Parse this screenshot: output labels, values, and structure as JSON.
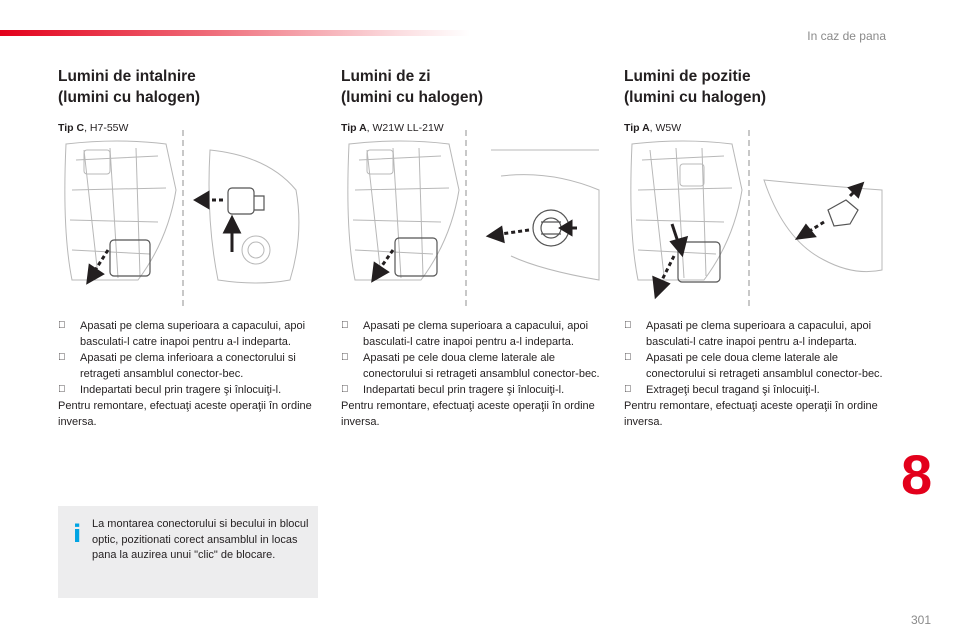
{
  "header": {
    "chapter_title": "In caz de pana"
  },
  "chapter_number": "8",
  "page_number": "301",
  "columns": [
    {
      "heading_line1": "Lumini de intalnire",
      "heading_line2": "(lumini cu halogen)",
      "type_label": "Tip C",
      "type_value": ", H7-55W",
      "steps": [
        "Apasati pe clema superioara a capacului, apoi basculati-l catre inapoi pentru a-l indeparta.",
        "Apasati pe clema inferioara a conectorului si retrageti ansamblul conector-bec.",
        "Indepartati becul prin tragere şi înlocuiţi-l."
      ],
      "closing": "Pentru remontare, efectuaţi aceste operaţii în ordine inversa."
    },
    {
      "heading_line1": "Lumini de zi",
      "heading_line2": "(lumini cu halogen)",
      "type_label": "Tip A",
      "type_value": ", W21W LL-21W",
      "steps": [
        "Apasati pe clema superioara a capacului, apoi basculati-l catre inapoi pentru a-l indeparta.",
        "Apasati pe cele doua cleme laterale ale conectorului si retrageti ansamblul conector-bec.",
        "Indepartati becul prin tragere şi înlocuiţi-l."
      ],
      "closing": "Pentru remontare, efectuaţi aceste operaţii în ordine inversa."
    },
    {
      "heading_line1": "Lumini de pozitie",
      "heading_line2": "(lumini cu halogen)",
      "type_label": "Tip A",
      "type_value": ", W5W",
      "steps": [
        "Apasati pe clema superioara a capacului, apoi basculati-l catre inapoi pentru a-l indeparta.",
        "Apasati pe cele doua cleme laterale ale conectorului si retrageti ansamblul conector-bec.",
        "Extrageţi becul tragand şi înlocuiţi-l."
      ],
      "closing": "Pentru remontare, efectuaţi aceste operaţii în ordine inversa."
    }
  ],
  "note": {
    "icon": "info-icon",
    "text": "La montarea conectorului si becului in blocul optic, pozitionati corect ansamblul in locas pana la auzirea unui \"clic\" de blocare."
  },
  "colors": {
    "accent": "#e3001b",
    "info": "#00a4e3",
    "note_bg": "#ededee"
  }
}
